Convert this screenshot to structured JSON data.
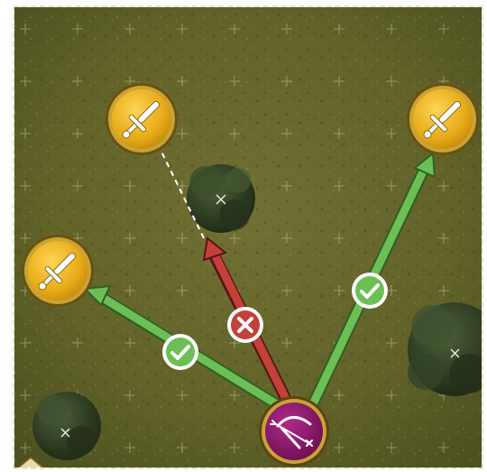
{
  "scene": {
    "type": "tactical-line-of-sight-diagram",
    "colors": {
      "grass": "#6b6a2e",
      "grass_dark": "#4f5322",
      "valid_line": "#6cbf55",
      "blocked_line": "#b83a35",
      "enemy_token": "#e7b41e",
      "enemy_rim": "#8a6a12",
      "archer_token": "#8e1a6e",
      "archer_rim": "#b8962c",
      "check_badge": "#6cbf55",
      "cross_badge": "#b83a35"
    },
    "units": [
      {
        "id": "archer",
        "role": "attacker",
        "icon": "bow-and-arrow-icon"
      },
      {
        "id": "enemy-top-left",
        "role": "target",
        "icon": "sword-icon",
        "line_of_sight": "blocked"
      },
      {
        "id": "enemy-left",
        "role": "target",
        "icon": "sword-icon",
        "line_of_sight": "clear"
      },
      {
        "id": "enemy-top-right",
        "role": "target",
        "icon": "sword-icon",
        "line_of_sight": "clear"
      }
    ],
    "obstacles": [
      {
        "id": "tree-center",
        "icon": "tree-icon"
      },
      {
        "id": "tree-right",
        "icon": "tree-icon"
      },
      {
        "id": "tree-bottom-left",
        "icon": "tree-icon"
      }
    ],
    "badges": [
      {
        "id": "check-left",
        "icon": "checkmark-icon",
        "meaning": "clear"
      },
      {
        "id": "cross-center",
        "icon": "cross-icon",
        "meaning": "blocked"
      },
      {
        "id": "check-right",
        "icon": "checkmark-icon",
        "meaning": "clear"
      }
    ]
  }
}
